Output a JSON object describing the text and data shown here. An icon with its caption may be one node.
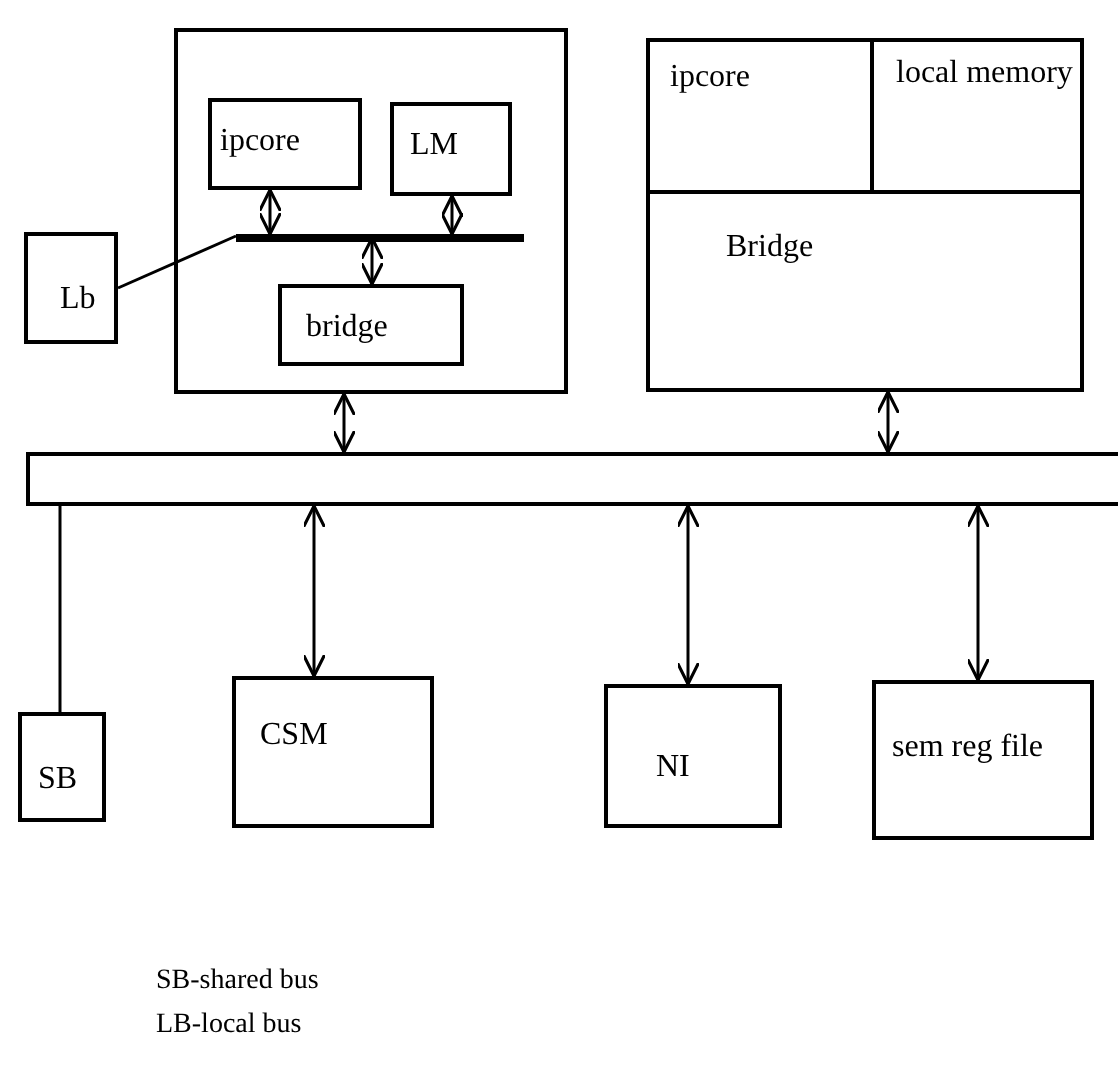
{
  "diagram": {
    "nodes": [
      {
        "text": [],
        "shape": "box"
      },
      {
        "text": [
          "ipcore"
        ],
        "in": 0
      },
      {
        "text": [
          "LM"
        ],
        "in": 0
      },
      {
        "text": [
          "bridge"
        ],
        "in": 0
      },
      {
        "text": [
          "Lb"
        ]
      },
      {
        "text": [],
        "shape": "bar",
        "in": 0
      },
      {
        "text": [],
        "shape": "box"
      },
      {
        "text": [
          "ipcore"
        ],
        "in": 6
      },
      {
        "text": [
          "local memory"
        ],
        "in": 6
      },
      {
        "text": [
          "Bridge"
        ],
        "in": 6
      },
      {
        "text": [],
        "shape": "bar"
      },
      {
        "text": [
          "SB"
        ]
      },
      {
        "text": [
          "CSM"
        ]
      },
      {
        "text": [
          "NI"
        ]
      },
      {
        "text": [
          "sem reg file"
        ]
      }
    ],
    "edges": [
      {
        "from": 1,
        "to": 5,
        "arrow": "both"
      },
      {
        "from": 2,
        "to": 5,
        "arrow": "both"
      },
      {
        "from": 5,
        "to": 3,
        "arrow": "both"
      },
      {
        "from": 4,
        "to": 5,
        "arrow": "none"
      },
      {
        "from": 0,
        "to": 10,
        "arrow": "both"
      },
      {
        "from": 6,
        "to": 10,
        "arrow": "both"
      },
      {
        "from": 10,
        "to": 11,
        "arrow": "none"
      },
      {
        "from": 10,
        "to": 12,
        "arrow": "both"
      },
      {
        "from": 10,
        "to": 13,
        "arrow": "both"
      },
      {
        "from": 10,
        "to": 14,
        "arrow": "both"
      }
    ],
    "labels": [
      "SB-shared bus",
      "LB-local bus"
    ]
  }
}
